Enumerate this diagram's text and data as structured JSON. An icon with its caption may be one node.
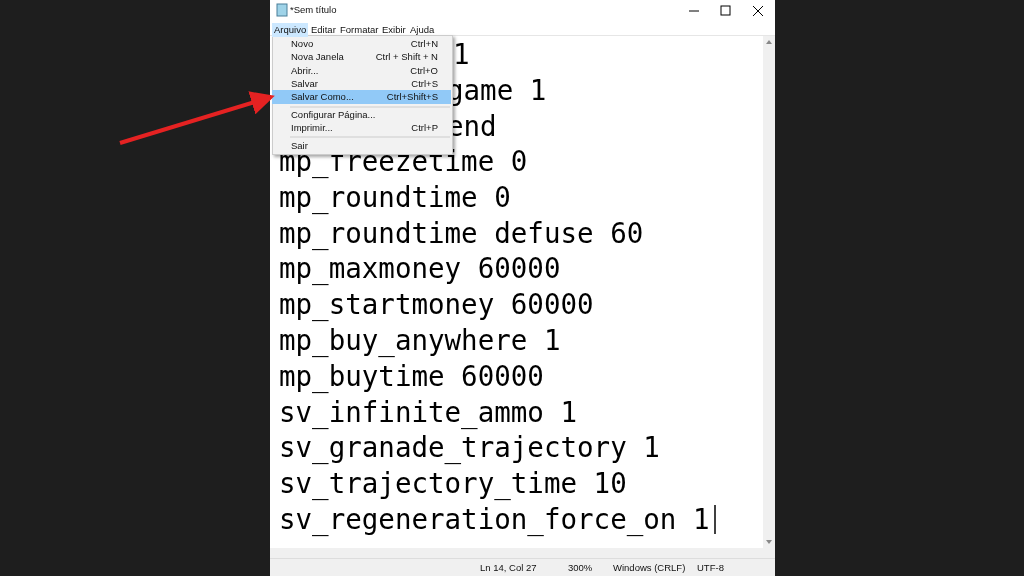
{
  "diagram": {
    "nodes": [
      {
        "text": [],
        "shape": "box"
      },
      {
        "text": [
          "Salvar Como...",
          "Ctrl+Shift+S"
        ],
        "in": 0
      }
    ],
    "edges": [
      {
        "from": null,
        "to": 1,
        "arrow": "to",
        "color": "#e52222"
      }
    ],
    "labels": [
      "*Sem título",
      "Arquivo",
      "Editar",
      "Formatar",
      "Exibir",
      "Ajuda",
      "Novo",
      "Ctrl+N",
      "Nova Janela",
      "Ctrl + Shift + N",
      "Abrir...",
      "Ctrl+O",
      "Salvar",
      "Ctrl+S",
      "Configurar Página...",
      "Imprimir...",
      "Ctrl+P",
      "Sair",
      "1",
      "game 1",
      "end",
      "mp_freezetime 0",
      "mp_roundtime 0",
      "mp_roundtime defuse 60",
      "mp_maxmoney 60000",
      "mp_startmoney 60000",
      "mp_buy_anywhere 1",
      "mp_buytime 60000",
      "sv_infinite_ammo 1",
      "sv_granade_trajectory 1",
      "sv_trajectory_time 10",
      "sv_regeneration_force_on 1",
      "Ln 14, Col 27",
      "300%",
      "Windows (CRLF)",
      "UTF-8"
    ]
  }
}
